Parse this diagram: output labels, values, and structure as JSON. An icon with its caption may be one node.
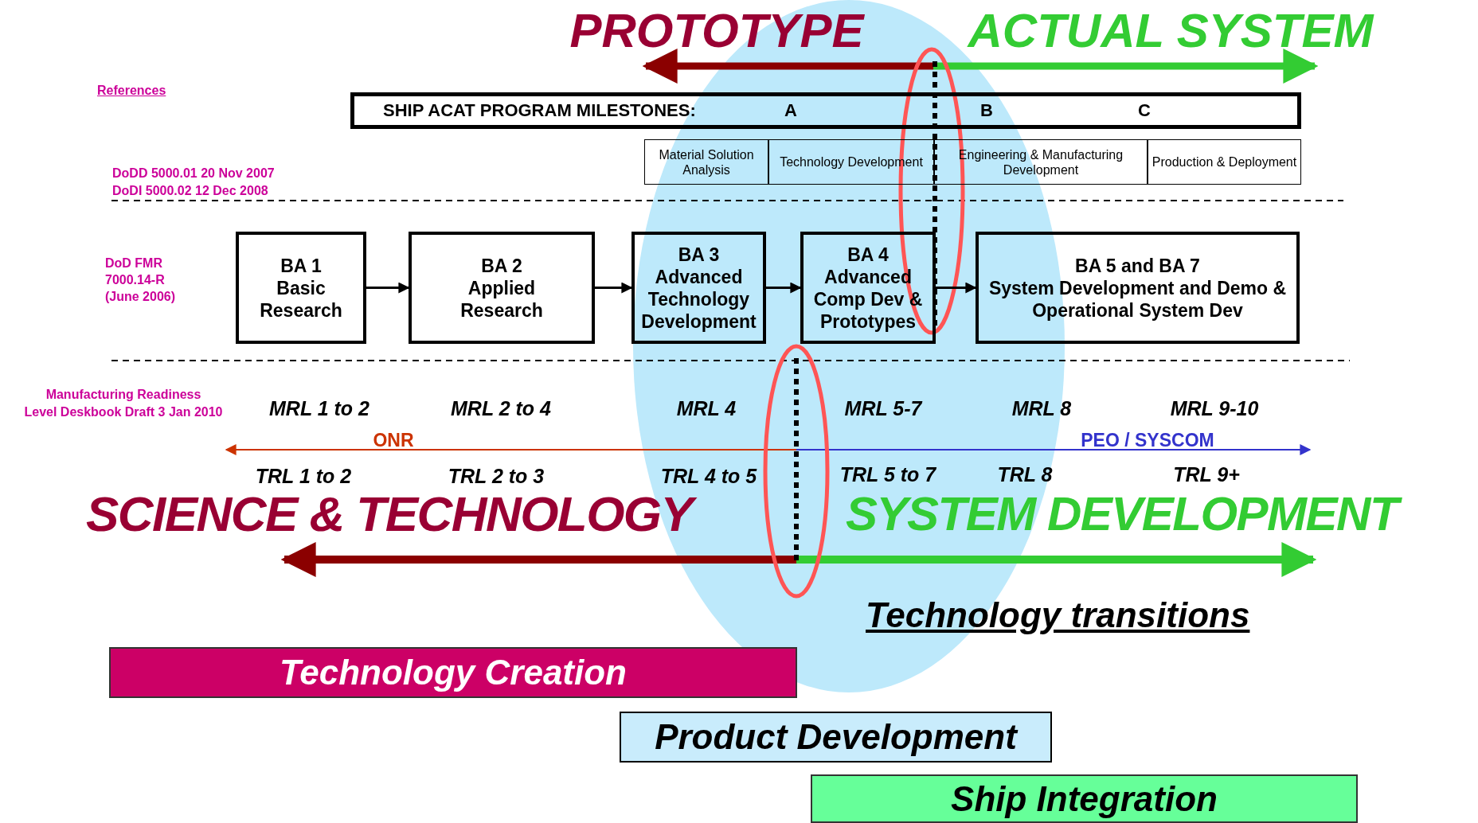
{
  "diagram": {
    "nodes": [
      {
        "text": [
          "SHIP ACAT PROGRAM MILESTONES:",
          "A",
          "B",
          "C"
        ]
      },
      {
        "text": [
          "Material Solution Analysis"
        ]
      },
      {
        "text": [
          "Technology Development"
        ]
      },
      {
        "text": [
          "Engineering & Manufacturing Development"
        ]
      },
      {
        "text": [
          "Production & Deployment"
        ]
      },
      {
        "text": [
          "BA 1",
          "Basic Research"
        ]
      },
      {
        "text": [
          "BA 2",
          "Applied Research"
        ]
      },
      {
        "text": [
          "BA 3",
          "Advanced Technology Development"
        ]
      },
      {
        "text": [
          "BA 4",
          "Advanced Comp Dev & Prototypes"
        ]
      },
      {
        "text": [
          "BA 5 and BA 7",
          "System Development and Demo & Operational System Dev"
        ]
      },
      {
        "text": [
          "Technology Creation"
        ]
      },
      {
        "text": [
          "Product Development"
        ]
      },
      {
        "text": [
          "Ship Integration"
        ]
      }
    ],
    "edges": [
      {
        "from": 5,
        "to": 6,
        "arrow": "to"
      },
      {
        "from": 6,
        "to": 7,
        "arrow": "to"
      },
      {
        "from": 7,
        "to": 8,
        "arrow": "to"
      },
      {
        "from": 8,
        "to": 9,
        "arrow": "to"
      }
    ],
    "labels": [
      "PROTOTYPE",
      "ACTUAL SYSTEM",
      "References",
      "DoDD 5000.01 20 Nov 2007",
      "DoDI 5000.02 12 Dec 2008",
      "DoD FMR 7000.14-R (June 2006)",
      "Manufacturing Readiness",
      "Level Deskbook Draft 3 Jan 2010",
      "MRL 1 to 2",
      "MRL 2 to 4",
      "MRL 4",
      "MRL 5-7",
      "MRL 8",
      "MRL 9-10",
      "ONR",
      "PEO / SYSCOM",
      "TRL 1 to 2",
      "TRL 2 to 3",
      "TRL 4 to 5",
      "TRL 5 to 7",
      "TRL 8",
      "TRL 9+",
      "SCIENCE & TECHNOLOGY",
      "SYSTEM DEVELOPMENT",
      "Technology transitions"
    ]
  }
}
